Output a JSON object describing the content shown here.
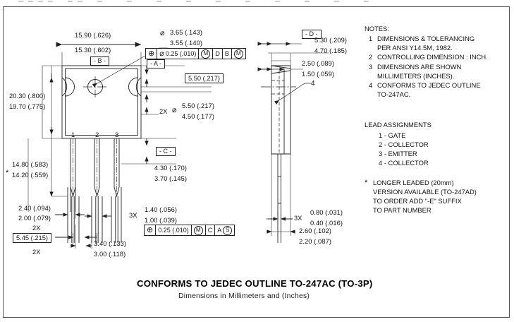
{
  "page": {
    "title": "CONFORMS TO JEDEC OUTLINE TO-247AC (TO-3P)",
    "subtitle": "Dimensions in Millimeters and (Inches)"
  },
  "front_view": {
    "width_dim": {
      "max": "15.90 (.626)",
      "min": "15.30 (.602)"
    },
    "height_dim": {
      "max": "20.30 (.800)",
      "min": "19.70 (.775)"
    },
    "lead_length_dim": {
      "max": "14.80 (.583)",
      "min": "14.20 (.559)"
    },
    "hole_dia_dim": {
      "max": "3.65 (.143)",
      "min": "3.55 (.140)"
    },
    "hole_center_dim": "5.50 (.217)",
    "notch_dia_dim": {
      "prefix": "2X",
      "dia_symbol": "⌀",
      "max": "5.50 (.217)",
      "min": "4.50 (.177)"
    },
    "body_to_lead_dim": {
      "max": "4.30 (.170)",
      "min": "3.70 (.145)"
    },
    "lead_width_dim": {
      "max": "2.40 (.094)",
      "min": "2.00 (.079)",
      "qty": "2X"
    },
    "lead_pitch_dim": {
      "value": "5.45 (.215)",
      "qty_above": "2X",
      "qty_below": "2X"
    },
    "lead_thin_dim": {
      "qty": "3X",
      "max": "1.40 (.056)",
      "min": "1.00 (.039)"
    },
    "lead_spacing_dim": {
      "max": "3.40 (.133)",
      "min": "3.00 (.118)"
    },
    "pins": [
      "1",
      "2",
      "3"
    ],
    "datums": {
      "b": "- B -",
      "a": "- A -",
      "c": "- C -"
    },
    "fcf_top": {
      "position_symbol": "⊕",
      "dia_symbol": "⌀",
      "tolerance": "0.25 (.010)",
      "material_modifier": "M",
      "datum1": "D",
      "datum2": "B",
      "datum2_modifier": "M"
    },
    "fcf_bottom": {
      "position_symbol": "⊕",
      "tolerance": "0.25 (.010)",
      "material_modifier": "M",
      "datum1": "C",
      "datum2": "A",
      "datum2_modifier": "S"
    }
  },
  "side_view": {
    "datum_d": "- D -",
    "flange_dim": {
      "max": "5.30 (.209)",
      "min": "4.70 (.185)"
    },
    "tab_dim": {
      "max": "2.50 (.089)",
      "min": "1.50 (.059)"
    },
    "callout_4": "4",
    "lead_thickness_dim": {
      "qty": "3X",
      "max": "0.80 (.031)",
      "min": "0.40 (.016)"
    },
    "body_thickness_dim": {
      "max": "2.60 (.102)",
      "min": "2.20 (.087)"
    }
  },
  "notes": {
    "heading": "NOTES:",
    "items": [
      {
        "num": "1",
        "lines": [
          "DIMENSIONS & TOLERANCING",
          "PER ANSI Y14.5M, 1982."
        ]
      },
      {
        "num": "2",
        "lines": [
          "CONTROLLING DIMENSION : INCH."
        ]
      },
      {
        "num": "3",
        "lines": [
          "DIMENSIONS ARE SHOWN",
          "MILLIMETERS (INCHES)."
        ]
      },
      {
        "num": "4",
        "lines": [
          "CONFORMS TO JEDEC OUTLINE",
          "TO-247AC."
        ]
      }
    ]
  },
  "lead_assignments": {
    "heading": "LEAD ASSIGNMENTS",
    "items": [
      "1 - GATE",
      "2 - COLLECTOR",
      "3 - EMITTER",
      "4 - COLLECTOR"
    ]
  },
  "footnote": {
    "marker": "*",
    "lines": [
      "LONGER LEADED (20mm)",
      "VERSION AVAILABLE (TO-247AD)",
      "TO ORDER ADD \"-E\" SUFFIX",
      "TO PART NUMBER"
    ]
  },
  "star_markers": {
    "left_lead": "*"
  },
  "colors": {
    "line": "#222222",
    "frame": "#555555",
    "text": "#111111",
    "dot": "#cccccc"
  }
}
